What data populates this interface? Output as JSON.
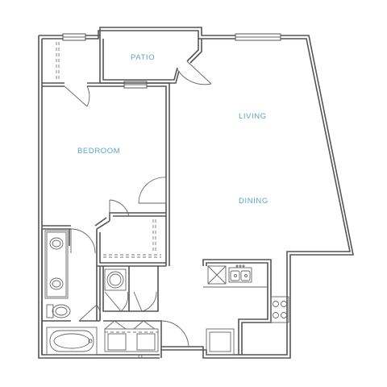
{
  "floorplan": {
    "rooms": {
      "patio": "PATIO",
      "living": "LIVING",
      "bedroom": "BEDROOM",
      "dining": "DINING"
    },
    "colors": {
      "label": "#5aa6bf",
      "walls": "#555555",
      "background": "#ffffff"
    }
  }
}
